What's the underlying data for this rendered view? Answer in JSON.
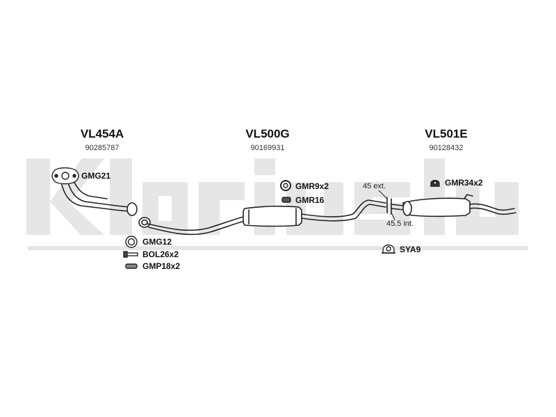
{
  "brand": {
    "watermark_text": "klarius"
  },
  "sections": [
    {
      "code": "VL454A",
      "oem": "90285787"
    },
    {
      "code": "VL500G",
      "oem": "90169931"
    },
    {
      "code": "VL501E",
      "oem": "90128432"
    }
  ],
  "fittings": {
    "gasket_front": "GMG21",
    "gasket_manifold": "GMG12",
    "bolt_kit": "BOL26x2",
    "spring_kit": "GMP18x2",
    "rubber_ring": "GMR9x2",
    "rubber_mount": "GMR16",
    "rubber_mount_rear": "GMR34x2",
    "clamp": "SYA9"
  },
  "notes": {
    "joint_ext": "45 ext.",
    "joint_int": "45.5 int."
  }
}
